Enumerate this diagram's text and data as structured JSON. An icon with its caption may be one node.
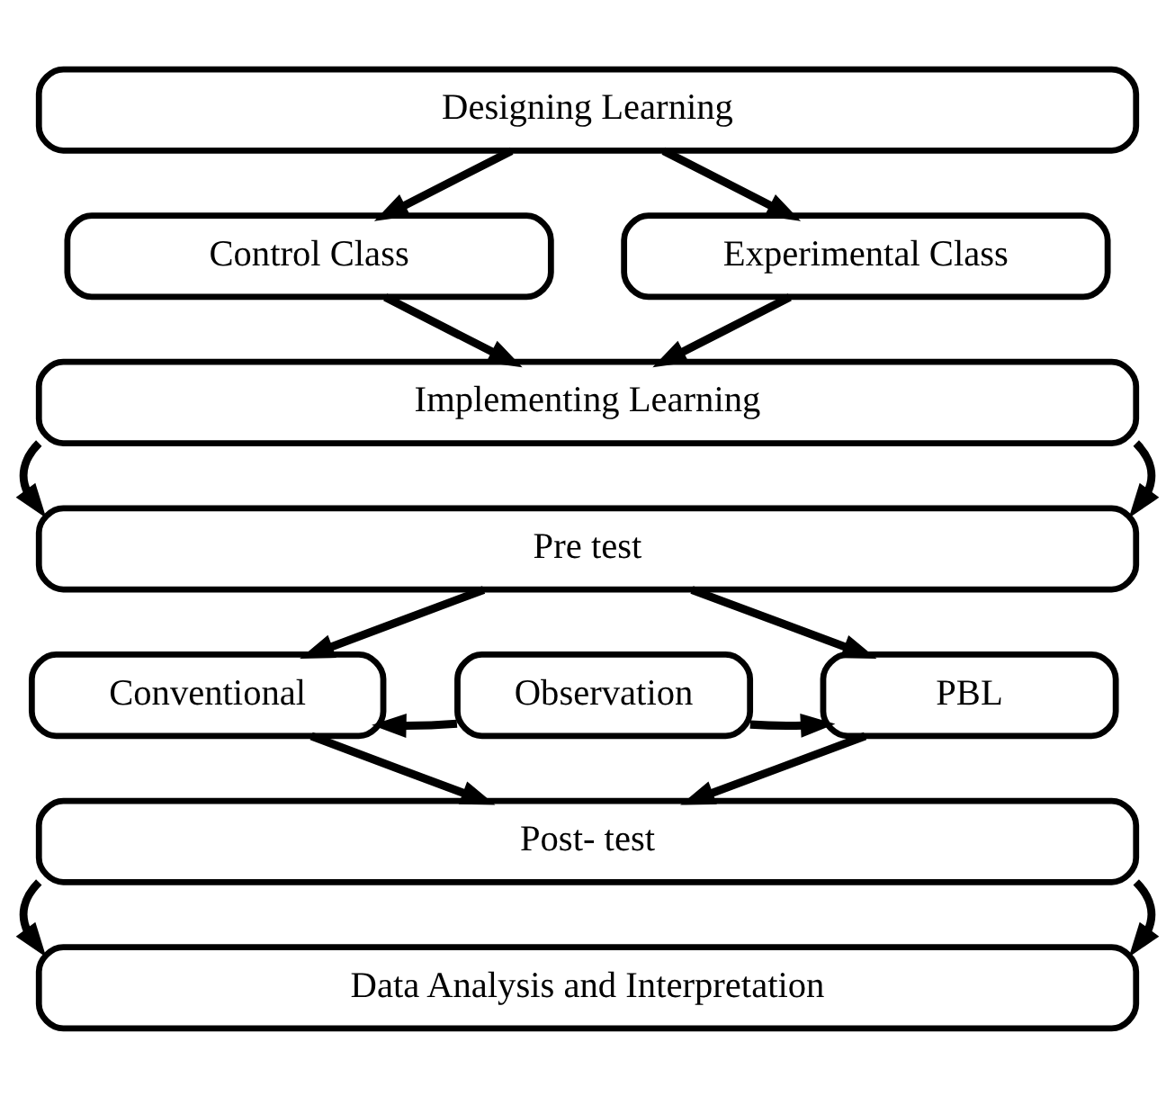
{
  "diagram": {
    "nodes": [
      {
        "text": [
          "Designing Learning"
        ]
      },
      {
        "text": [
          "Control Class"
        ]
      },
      {
        "text": [
          "Experimental Class"
        ]
      },
      {
        "text": [
          "Implementing Learning"
        ]
      },
      {
        "text": [
          "Pre test"
        ]
      },
      {
        "text": [
          "Conventional"
        ]
      },
      {
        "text": [
          "Observation"
        ]
      },
      {
        "text": [
          "PBL"
        ]
      },
      {
        "text": [
          "Post- test"
        ]
      },
      {
        "text": [
          "Data Analysis and Interpretation"
        ]
      }
    ],
    "edges": [
      {
        "from": 0,
        "to": 1,
        "arrow": "to"
      },
      {
        "from": 0,
        "to": 2,
        "arrow": "to"
      },
      {
        "from": 1,
        "to": 3,
        "arrow": "to"
      },
      {
        "from": 2,
        "to": 3,
        "arrow": "to"
      },
      {
        "from": 3,
        "to": 4,
        "arrow": "to"
      },
      {
        "from": 3,
        "to": 4,
        "arrow": "to"
      },
      {
        "from": 4,
        "to": 5,
        "arrow": "to"
      },
      {
        "from": 4,
        "to": 7,
        "arrow": "to"
      },
      {
        "from": 6,
        "to": 5,
        "arrow": "to"
      },
      {
        "from": 6,
        "to": 7,
        "arrow": "to"
      },
      {
        "from": 5,
        "to": 8,
        "arrow": "to"
      },
      {
        "from": 7,
        "to": 8,
        "arrow": "to"
      },
      {
        "from": 8,
        "to": 9,
        "arrow": "to"
      },
      {
        "from": 8,
        "to": 9,
        "arrow": "to"
      }
    ]
  }
}
